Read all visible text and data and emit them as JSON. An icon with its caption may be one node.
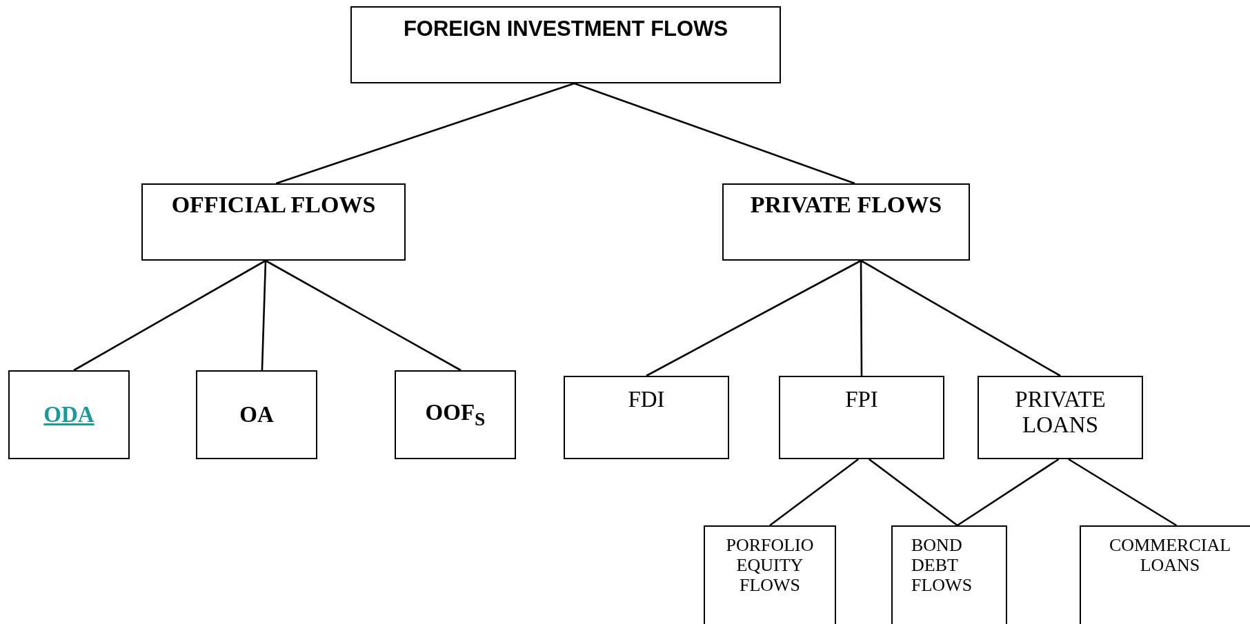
{
  "diagram": {
    "nodes": [
      {
        "text": [
          "FOREIGN INVESTMENT FLOWS"
        ]
      },
      {
        "text": [
          "OFFICIAL FLOWS"
        ]
      },
      {
        "text": [
          "PRIVATE FLOWS"
        ]
      },
      {
        "text": [
          "ODA"
        ]
      },
      {
        "text": [
          "OA"
        ]
      },
      {
        "text": [
          "OOF$_{S}$"
        ]
      },
      {
        "text": [
          "FDI"
        ]
      },
      {
        "text": [
          "FPI"
        ]
      },
      {
        "text": [
          "PRIVATE LOANS"
        ]
      },
      {
        "text": [
          "PORFOLIO EQUITY FLOWS"
        ]
      },
      {
        "text": [
          "BOND DEBT FLOWS"
        ]
      },
      {
        "text": [
          "COMMERCIAL LOANS"
        ]
      }
    ],
    "edges": [
      {
        "from": 0,
        "to": 1,
        "arrow": "none"
      },
      {
        "from": 0,
        "to": 2,
        "arrow": "none"
      },
      {
        "from": 1,
        "to": 3,
        "arrow": "none"
      },
      {
        "from": 1,
        "to": 4,
        "arrow": "none"
      },
      {
        "from": 1,
        "to": 5,
        "arrow": "none"
      },
      {
        "from": 2,
        "to": 6,
        "arrow": "none"
      },
      {
        "from": 2,
        "to": 7,
        "arrow": "none"
      },
      {
        "from": 2,
        "to": 8,
        "arrow": "none"
      },
      {
        "from": 7,
        "to": 9,
        "arrow": "none"
      },
      {
        "from": 7,
        "to": 10,
        "arrow": "none"
      },
      {
        "from": 8,
        "to": 10,
        "arrow": "none"
      },
      {
        "from": 8,
        "to": 11,
        "arrow": "none"
      }
    ]
  }
}
